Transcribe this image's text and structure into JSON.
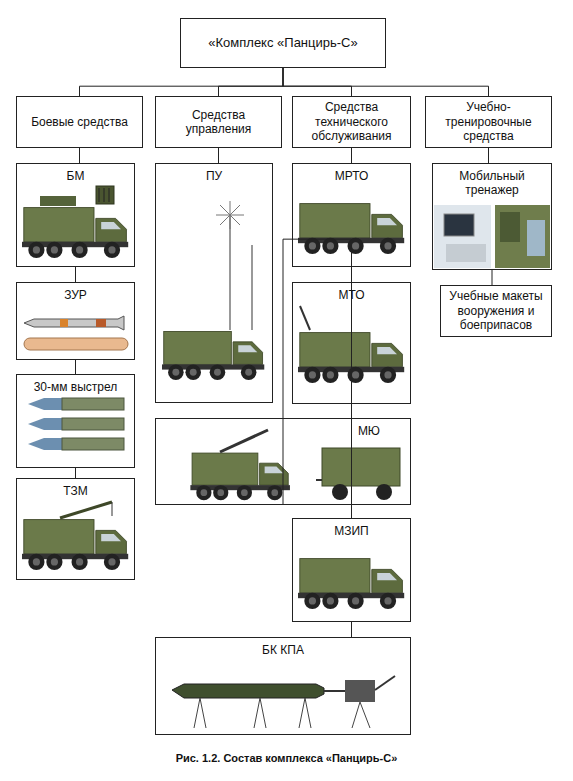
{
  "diagram": {
    "caption": "Рис. 1.2. Состав комплекса «Панцирь-С»",
    "nodes": [
      {
        "text": [
          "«Комплекс «Панцирь-С»"
        ]
      },
      {
        "text": [
          "Боевые средства"
        ]
      },
      {
        "text": [
          "Средства управления"
        ]
      },
      {
        "text": [
          "Средства технического обслуживания"
        ]
      },
      {
        "text": [
          "Учебно-тренировочные средства"
        ]
      },
      {
        "text": [
          "БМ"
        ]
      },
      {
        "text": [
          "ЗУР"
        ]
      },
      {
        "text": [
          "30-мм выстрел"
        ]
      },
      {
        "text": [
          "ТЗМ"
        ]
      },
      {
        "text": [
          "ПУ"
        ]
      },
      {
        "text": [
          "МРТО"
        ]
      },
      {
        "text": [
          "МТО"
        ]
      },
      {
        "text": [
          "МЮ"
        ]
      },
      {
        "text": [
          "МЗИП"
        ]
      },
      {
        "text": [
          "БК КПА"
        ]
      },
      {
        "text": [
          "Мобильный тренажер"
        ]
      },
      {
        "text": [
          "Учебные макеты вооружения и боеприпасов"
        ]
      }
    ],
    "edges": [
      {
        "from": 0,
        "to": 1,
        "arrow": "none"
      },
      {
        "from": 0,
        "to": 2,
        "arrow": "none"
      },
      {
        "from": 0,
        "to": 3,
        "arrow": "none"
      },
      {
        "from": 0,
        "to": 4,
        "arrow": "none"
      },
      {
        "from": 1,
        "to": 5,
        "arrow": "none"
      },
      {
        "from": 5,
        "to": 6,
        "arrow": "none"
      },
      {
        "from": 6,
        "to": 7,
        "arrow": "none"
      },
      {
        "from": 7,
        "to": 8,
        "arrow": "none"
      },
      {
        "from": 2,
        "to": 9,
        "arrow": "none"
      },
      {
        "from": 3,
        "to": 10,
        "arrow": "none"
      },
      {
        "from": 10,
        "to": 11,
        "arrow": "none"
      },
      {
        "from": 11,
        "to": 12,
        "arrow": "none"
      },
      {
        "from": 12,
        "to": 13,
        "arrow": "none"
      },
      {
        "from": 13,
        "to": 14,
        "arrow": "none"
      },
      {
        "from": 4,
        "to": 15,
        "arrow": "none"
      },
      {
        "from": 15,
        "to": 16,
        "arrow": "none"
      }
    ]
  }
}
